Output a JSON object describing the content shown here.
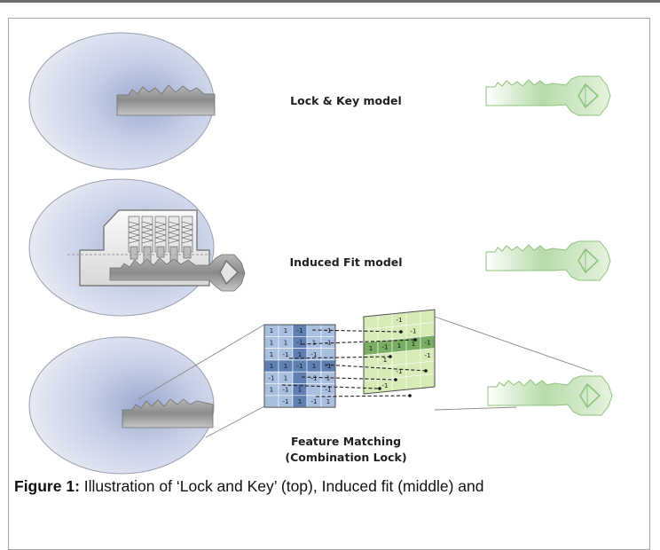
{
  "labels": {
    "lock_key": "Lock & Key model",
    "induced_fit": "Induced Fit model",
    "feature_matching_line1": "Feature Matching",
    "feature_matching_line2": "(Combination Lock)"
  },
  "caption": {
    "prefix": "Figure 1:",
    "text": " Illustration of ‘Lock and Key’ (top), Induced fit (middle) and"
  },
  "matrix_left": {
    "rows": [
      [
        "1",
        "1",
        "-1",
        "",
        "-1"
      ],
      [
        "1",
        "1",
        "-1",
        "1",
        "-1"
      ],
      [
        "1",
        "-1",
        "1",
        "-1",
        ""
      ],
      [
        "1",
        "1",
        "-1",
        "1",
        "-1"
      ],
      [
        "-1",
        "1",
        "",
        "-1",
        "1"
      ],
      [
        "1",
        "-1",
        "1",
        "",
        "-1"
      ],
      [
        "",
        "-1",
        "1",
        "-1",
        "1"
      ]
    ]
  },
  "matrix_right": {
    "rows": [
      [
        "",
        "",
        "-1",
        "",
        ""
      ],
      [
        "",
        "",
        "",
        "-1",
        ""
      ],
      [
        "1",
        "-1",
        "1",
        "1",
        "-1"
      ],
      [
        "",
        "1",
        "",
        "",
        "-1"
      ],
      [
        "",
        "",
        "-1",
        "",
        ""
      ],
      [
        "",
        "-1",
        "",
        "",
        ""
      ]
    ]
  },
  "colors": {
    "lock_fill": "#dde2ef",
    "lock_center": "#a7b2d4",
    "key_gray": "#8c8c8c",
    "ghost_key": "#a9d19a",
    "matrix_blue": "#a9bfe0",
    "matrix_blue_dark": "#5f7fb3",
    "matrix_green": "#d6ebb5",
    "matrix_green_dark": "#79ad63"
  }
}
